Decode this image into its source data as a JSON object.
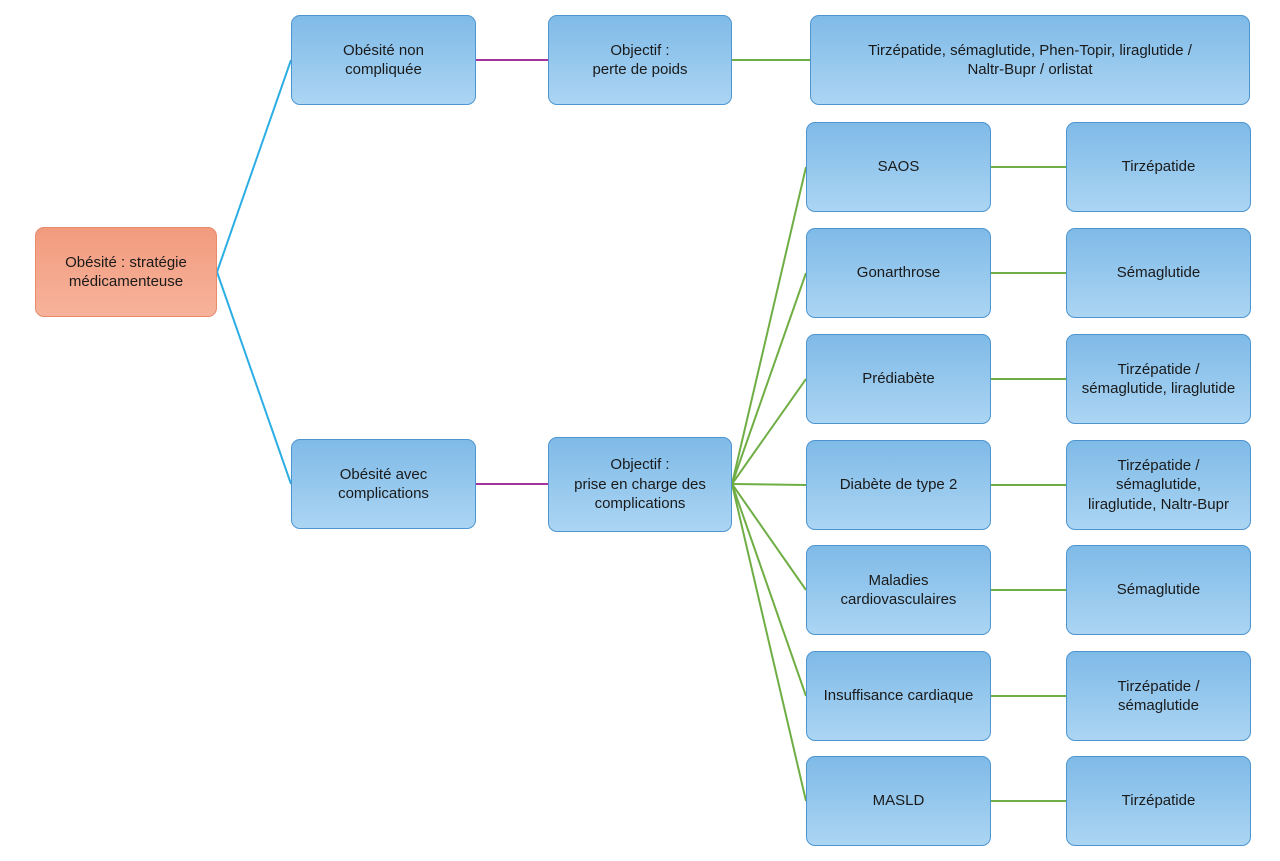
{
  "diagram": {
    "type": "flowchart",
    "root": {
      "label": "Obésité : stratégie\nmédicamenteuse"
    },
    "branches": [
      {
        "condition": "Obésité non\ncompliquée",
        "objective": "Objectif :\nperte de poids",
        "treatment": "Tirzépatide, sémaglutide, Phen-Topir, liraglutide /\nNaltr-Bupr / orlistat"
      },
      {
        "condition": "Obésité avec\ncomplications",
        "objective": "Objectif :\nprise en charge des\ncomplications",
        "complications": [
          {
            "name": "SAOS",
            "treatment": "Tirzépatide"
          },
          {
            "name": "Gonarthrose",
            "treatment": "Sémaglutide"
          },
          {
            "name": "Prédiabète",
            "treatment": "Tirzépatide /\nsémaglutide, liraglutide"
          },
          {
            "name": "Diabète de type 2",
            "treatment": "Tirzépatide /\nsémaglutide,\nliraglutide, Naltr-Bupr"
          },
          {
            "name": "Maladies\ncardiovasculaires",
            "treatment": "Sémaglutide"
          },
          {
            "name": "Insuffisance cardiaque",
            "treatment": "Tirzépatide /\nsémaglutide"
          },
          {
            "name": "MASLD",
            "treatment": "Tirzépatide"
          }
        ]
      }
    ],
    "colors": {
      "background": "#ffffff",
      "text": "#1a1a1a",
      "root_fill_top": "#f29b7e",
      "root_fill_bottom": "#f6b39b",
      "root_border": "#e98a69",
      "node_fill_top": "#7fbae7",
      "node_fill_bottom": "#abd5f3",
      "node_border": "#4e95d0",
      "line_level1": "#2caee4",
      "line_level2": "#a4339c",
      "line_level3": "#6fae44"
    }
  }
}
